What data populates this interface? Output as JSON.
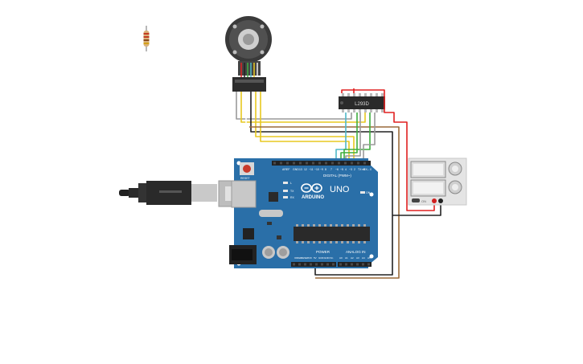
{
  "driver_chip": {
    "label": "L293D"
  },
  "arduino": {
    "logo_text": "ARDUINO",
    "model": "UNO",
    "on_label": "ON",
    "digital_label": "DIGITAL (PWM~)",
    "power_label": "POWER",
    "analog_label": "ANALOG IN",
    "aref_label": "AREF",
    "gnd_label": "GND",
    "reset_label": "RESET",
    "l_label": "L",
    "tx_label": "TX",
    "rx_label": "RX",
    "digital_pins": [
      "13",
      "12",
      "~11",
      "~10",
      "~9",
      "8",
      "7",
      "~6",
      "~5",
      "4",
      "~3",
      "2",
      "TX➔1",
      "RX←0"
    ],
    "power_pins": [
      "IOREF",
      "RESET",
      "3.3V",
      "5V",
      "GND",
      "GND",
      "Vin"
    ],
    "analog_pins": [
      "A0",
      "A1",
      "A2",
      "A3",
      "A4",
      "A5"
    ]
  },
  "power_supply": {
    "on_label": "ON"
  },
  "colors": {
    "board": "#2a6fa8",
    "board_dark": "#1f5683",
    "wire_red": "#e02020",
    "wire_black": "#222222",
    "wire_yellow": "#e8c820",
    "wire_green": "#3fae3f",
    "wire_gray": "#9a9a9a",
    "wire_brown": "#9a6a3a",
    "wire_teal": "#4fb8c8"
  }
}
